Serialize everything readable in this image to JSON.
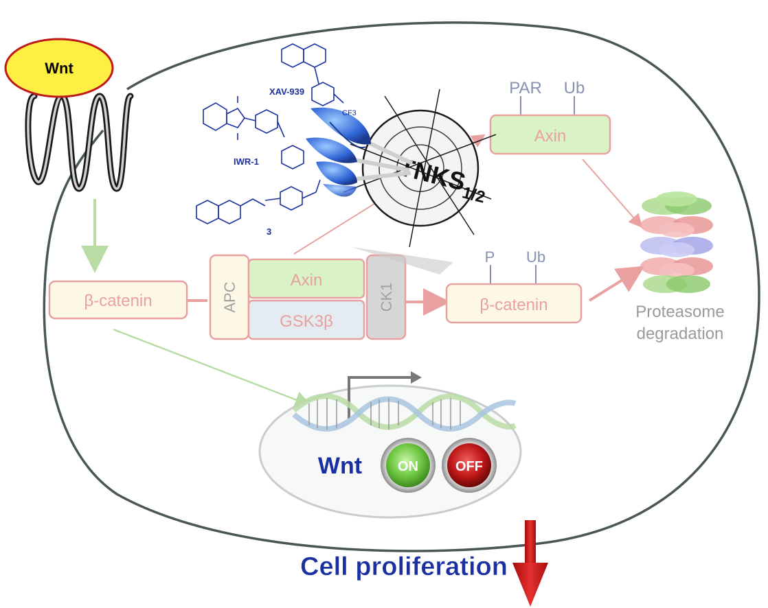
{
  "receptor": {
    "ligand_label": "Wnt"
  },
  "inhibitors": {
    "xav939_label": "XAV-939",
    "iwr1_label": "IWR-1",
    "compound3_label": "3",
    "cf3_label": "CF3"
  },
  "target": {
    "name": "TNKS",
    "subscript": "1/2"
  },
  "parylated_axin": {
    "mod1": "PAR",
    "mod2": "Ub",
    "label": "Axin"
  },
  "destruction_complex": {
    "apc": "APC",
    "axin": "Axin",
    "gsk3b": "GSK3β",
    "ck1": "CK1"
  },
  "beta_catenin_free": "β-catenin",
  "beta_catenin_phospho": {
    "mod1": "P",
    "mod2": "Ub",
    "label": "β-catenin"
  },
  "proteasome": {
    "line1": "Proteasome",
    "line2": "degradation"
  },
  "nucleus": {
    "wnt_label": "Wnt",
    "on_label": "ON",
    "off_label": "OFF"
  },
  "outcome": {
    "label": "Cell proliferation"
  },
  "colors": {
    "pink_border": "#e8a0a0",
    "box_fill": "#fdf7e6",
    "axin_fill": "#d9f2c6",
    "gsk_fill": "#e4ecf2",
    "gray_fill": "#d6d6d6",
    "green_arrow": "#b8dca4",
    "pink_arrow": "#e8a0a0",
    "blue_text": "#1a2fa0",
    "red_arrow": "#d42020",
    "ligand_fill": "#ffee44"
  }
}
